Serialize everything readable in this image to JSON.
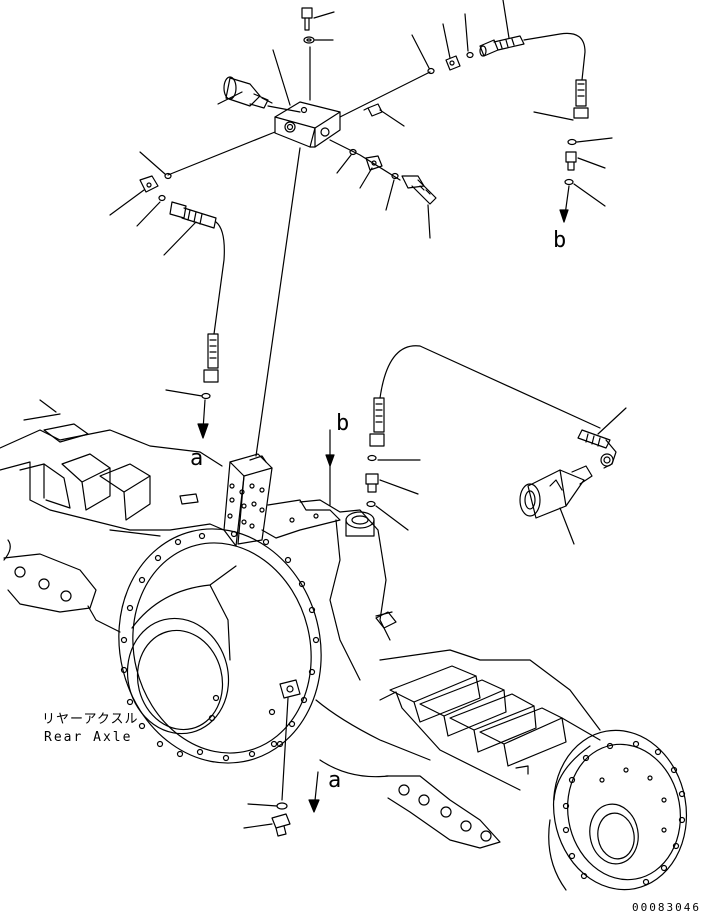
{
  "diagram": {
    "assembly_label_jp": "リヤーアクスル",
    "assembly_label_en": "Rear Axle",
    "connection_labels": {
      "a_top": "a",
      "a_bottom": "a",
      "b_top": "b",
      "b_bottom": "b"
    },
    "drawing_number": "00083046"
  }
}
